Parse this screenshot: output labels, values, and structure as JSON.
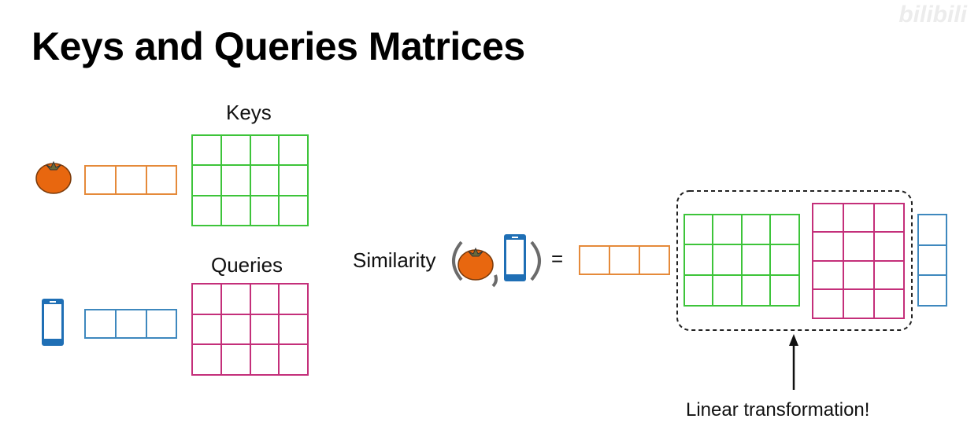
{
  "title": "Keys and Queries Matrices",
  "watermark": "bilibili",
  "labels": {
    "keys": "Keys",
    "queries": "Queries",
    "similarity": "Similarity",
    "equals": "=",
    "linear": "Linear transformation!"
  },
  "colors": {
    "orange": "#E58A3A",
    "tomato": "#E8670F",
    "blue": "#3E88BE",
    "phone": "#1F6FB5",
    "green": "#3DC43A",
    "magenta": "#C42F7A",
    "text": "#111111"
  },
  "icons": [
    "tomato-icon",
    "phone-icon"
  ]
}
